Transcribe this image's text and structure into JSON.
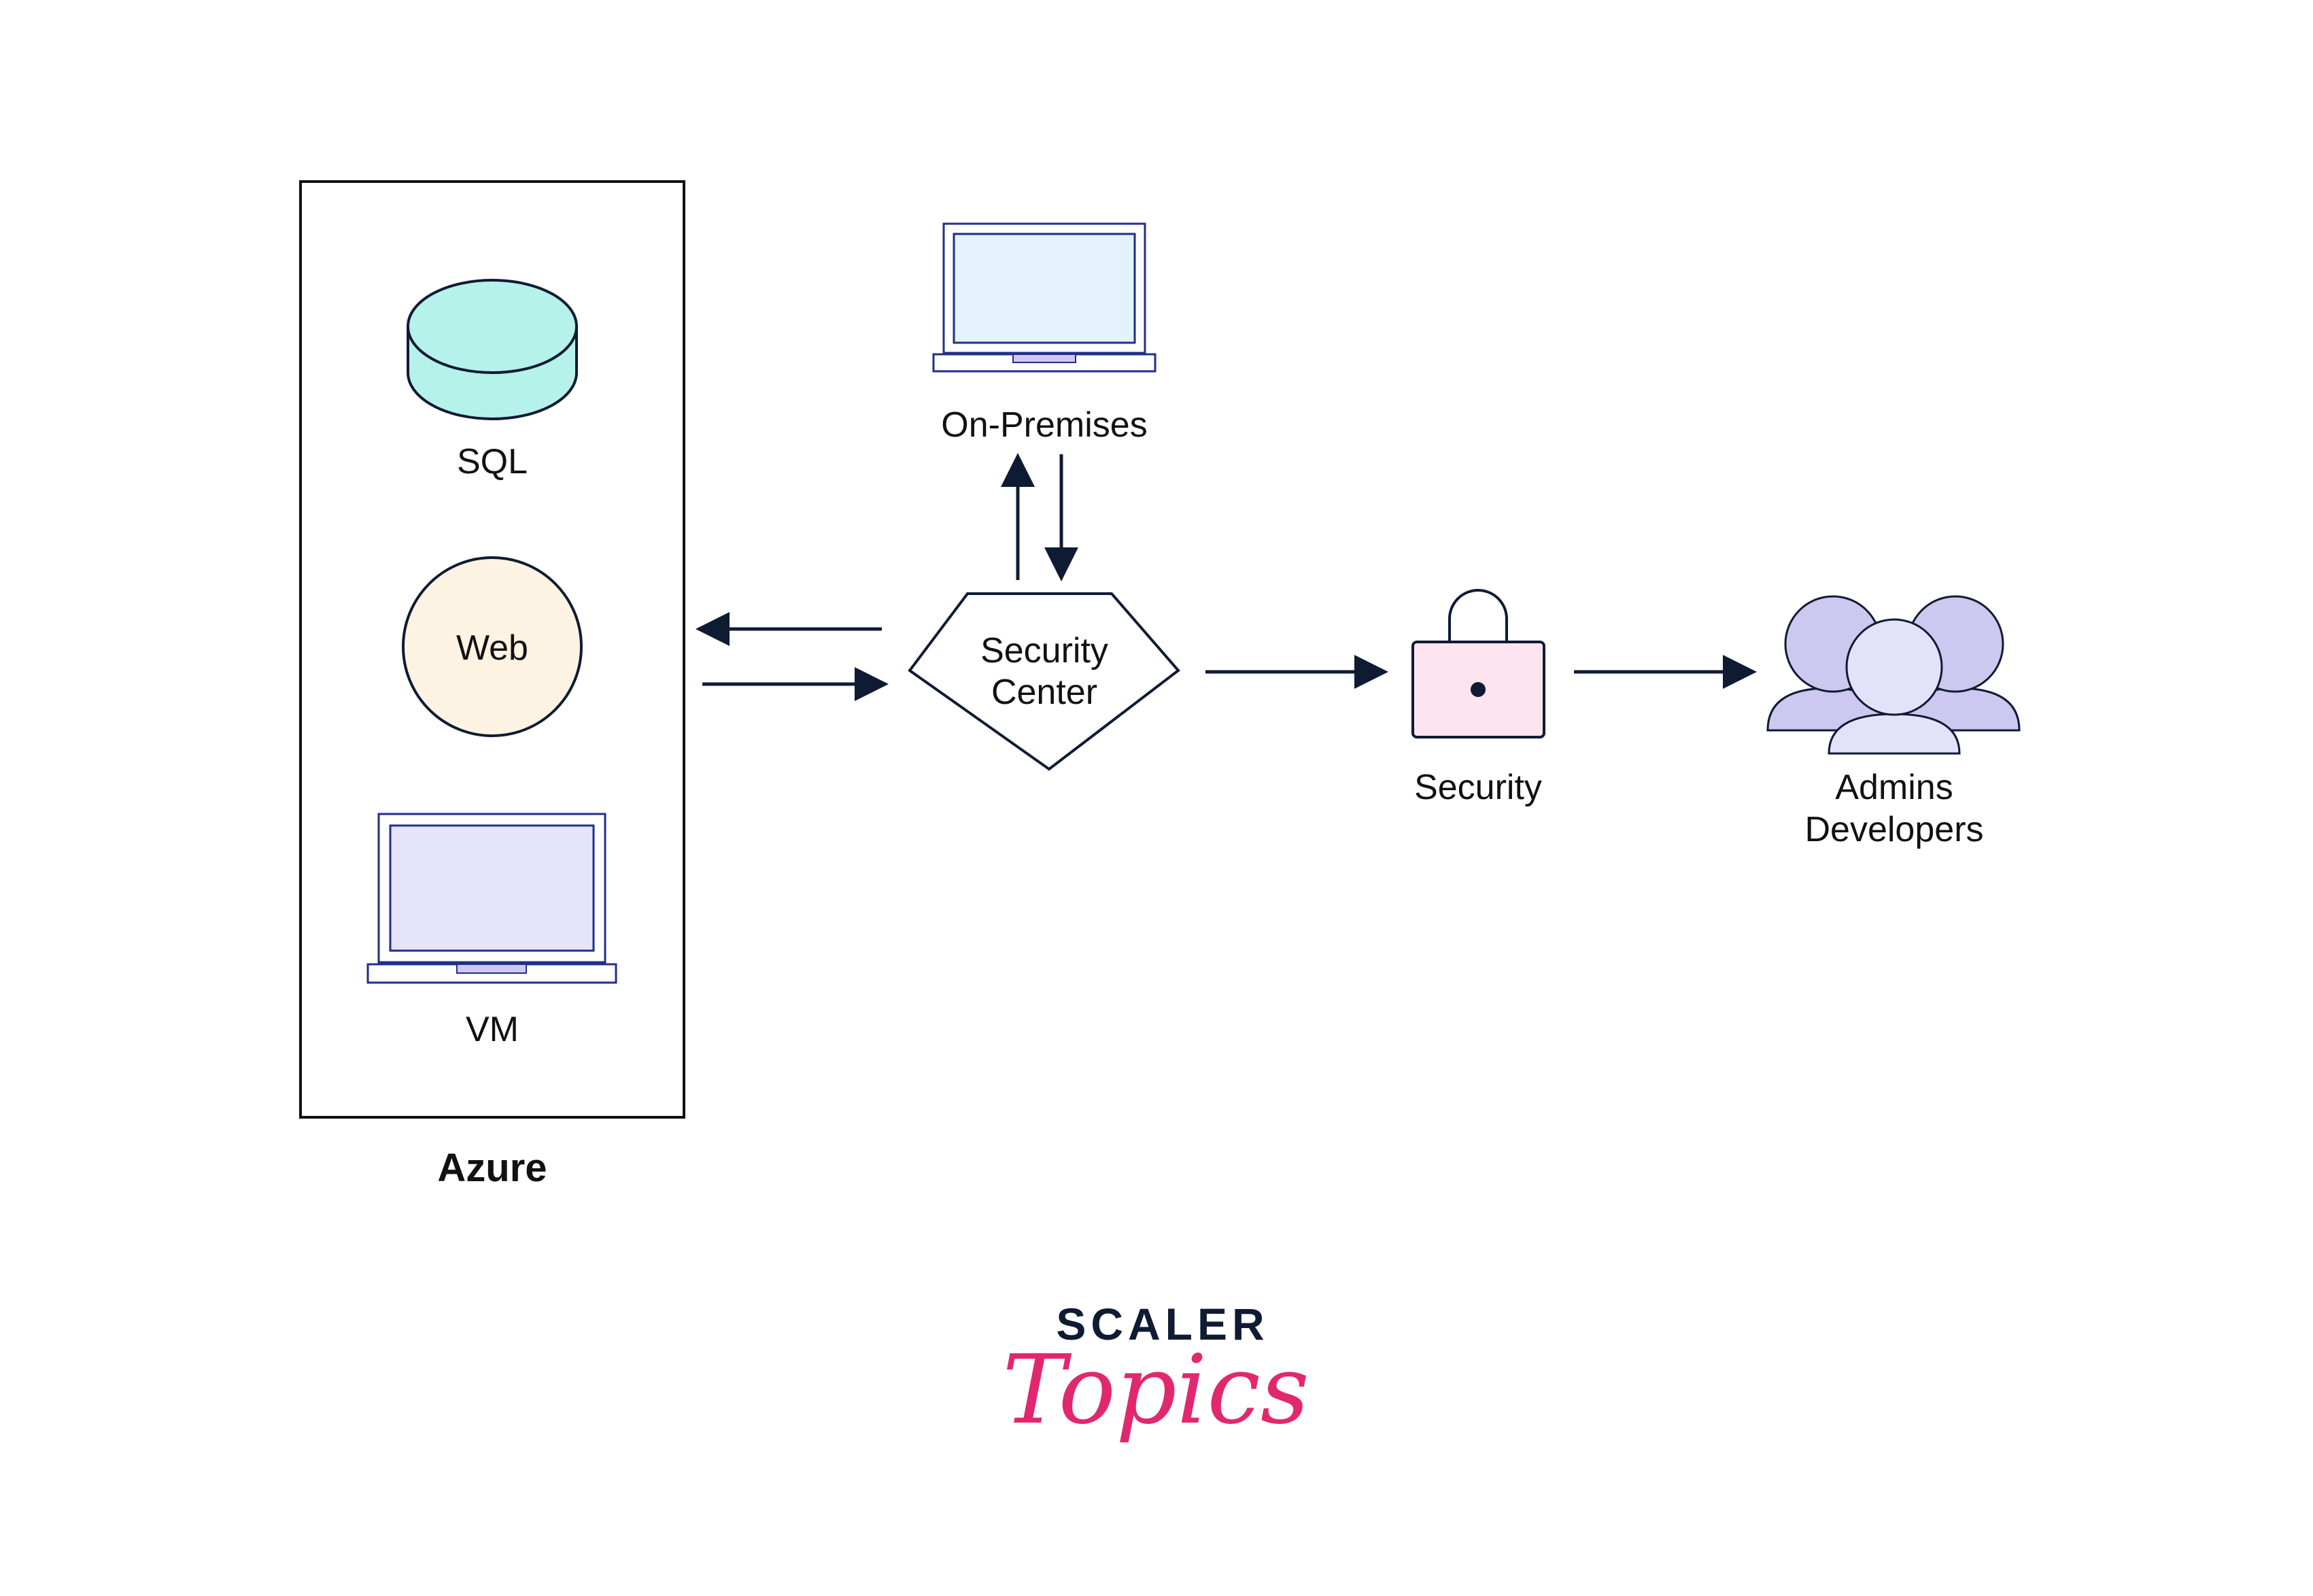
{
  "azure": {
    "title": "Azure",
    "sql_label": "SQL",
    "web_label": "Web",
    "vm_label": "VM"
  },
  "security_center": {
    "line1": "Security",
    "line2": "Center"
  },
  "on_premises": {
    "label": "On-Premises"
  },
  "security": {
    "label": "Security"
  },
  "users": {
    "line1": "Admins",
    "line2": "Developers"
  },
  "brand": {
    "top": "SCALER",
    "bottom": "Topics"
  },
  "colors": {
    "stroke": "#0f1b33",
    "sql_fill": "#b4f2ea",
    "web_fill": "#fdf3e3",
    "vm_screen": "#e5e4fb",
    "laptop_screen": "#e3f2fc",
    "lock_fill": "#fde4ee",
    "users_fill": "#cdc8f0",
    "users_front_fill": "#e4e2fa",
    "brand_pink": "#e1286f"
  },
  "icons": [
    "database-icon",
    "laptop-icon",
    "lock-icon",
    "users-icon"
  ]
}
